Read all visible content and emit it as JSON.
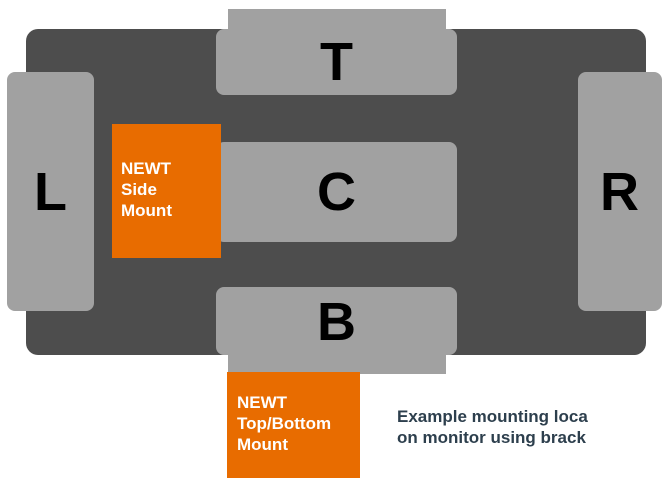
{
  "colors": {
    "monitor": "#4d4d4d",
    "block": "#a1a1a1",
    "mount": "#e86c00",
    "caption": "#2d3f4d"
  },
  "positions": {
    "top": "T",
    "center": "C",
    "bottom": "B",
    "left": "L",
    "right": "R"
  },
  "side_mount": {
    "line1": "NEWT",
    "line2": "Side",
    "line3": "Mount"
  },
  "top_bottom_mount": {
    "line1": "NEWT",
    "line2": "Top/Bottom",
    "line3": "Mount"
  },
  "caption": {
    "line1": "Example mounting loca",
    "line2": "on monitor using brack"
  }
}
